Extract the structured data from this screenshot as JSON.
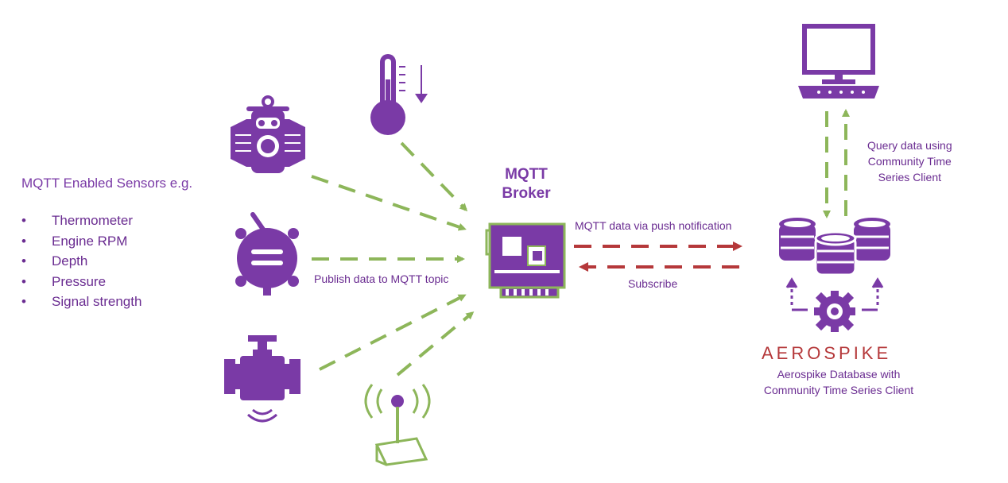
{
  "sensors": {
    "heading": "MQTT Enabled Sensors e.g.",
    "items": [
      {
        "bullet": "•",
        "label": "Thermometer"
      },
      {
        "bullet": "•",
        "label": "Engine RPM"
      },
      {
        "bullet": "•",
        "label": "Depth"
      },
      {
        "bullet": "•",
        "label": "Pressure"
      },
      {
        "bullet": "•",
        "label": "Signal strength"
      }
    ]
  },
  "broker": {
    "title_line1": "MQTT",
    "title_line2": "Broker"
  },
  "labels": {
    "publish": "Publish data to MQTT topic",
    "push": "MQTT data via push notification",
    "subscribe": "Subscribe",
    "query_line1": "Query data using",
    "query_line2": "Community Time",
    "query_line3": "Series Client"
  },
  "aerospike": {
    "logo_text": "AEROSPIKE",
    "caption_line1": "Aerospike Database with",
    "caption_line2": "Community Time Series Client"
  },
  "colors": {
    "purple": "#6a2c91",
    "icon_purple": "#7a3aa6",
    "green": "#8db65a",
    "red": "#b5383a"
  },
  "icons": [
    "thermometer-icon",
    "engine-icon",
    "depth-gauge-icon",
    "pressure-valve-icon",
    "signal-antenna-icon",
    "broker-card-icon",
    "monitor-icon",
    "database-cluster-icon",
    "gear-icon"
  ]
}
